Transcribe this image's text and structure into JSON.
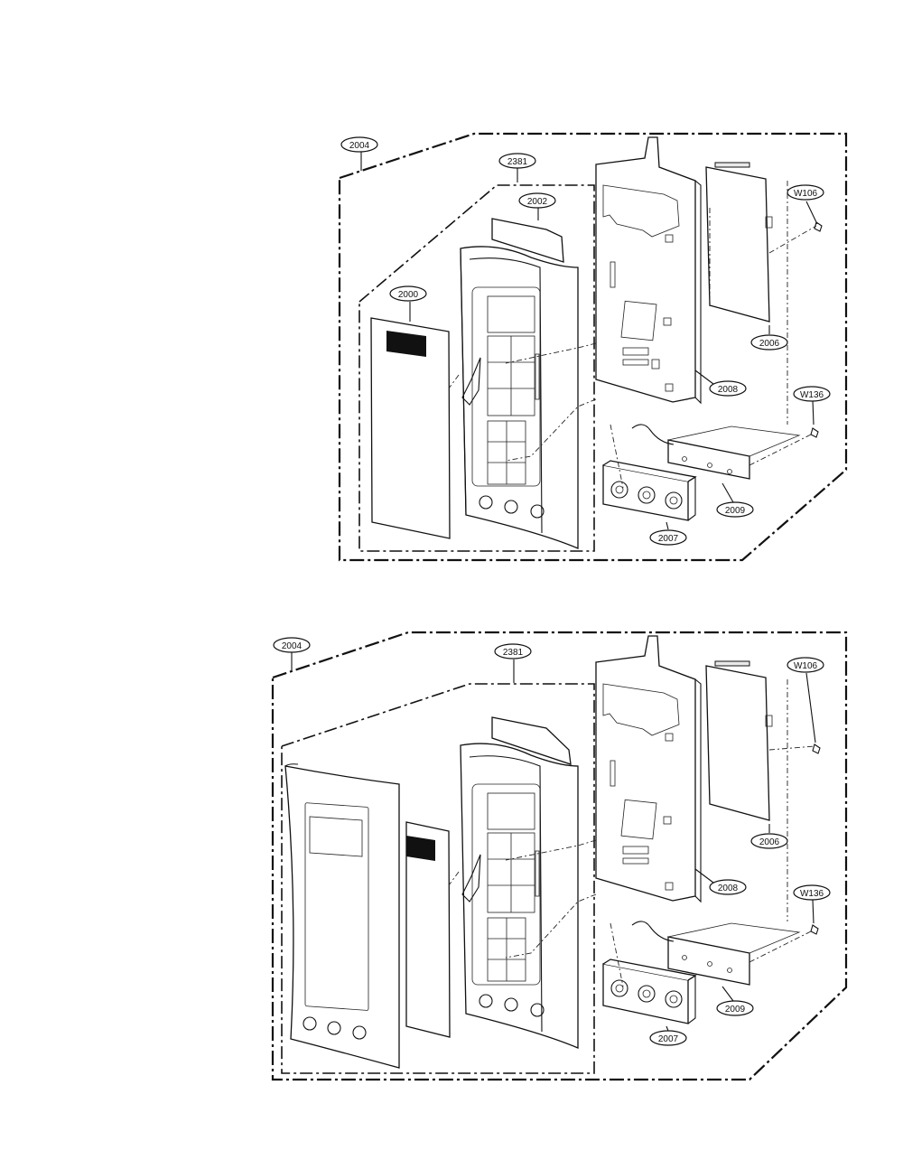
{
  "diagrams": [
    {
      "callouts": {
        "c2004": "2004",
        "c2381": "2381",
        "c2002": "2002",
        "c2000": "2000",
        "cW106": "W106",
        "c2006": "2006",
        "c2008": "2008",
        "cW136": "W136",
        "c2009": "2009",
        "c2007": "2007"
      }
    },
    {
      "callouts": {
        "c2004": "2004",
        "c2381": "2381",
        "cW106": "W106",
        "c2006": "2006",
        "c2008": "2008",
        "cW136": "W136",
        "c2009": "2009",
        "c2007": "2007"
      }
    }
  ]
}
